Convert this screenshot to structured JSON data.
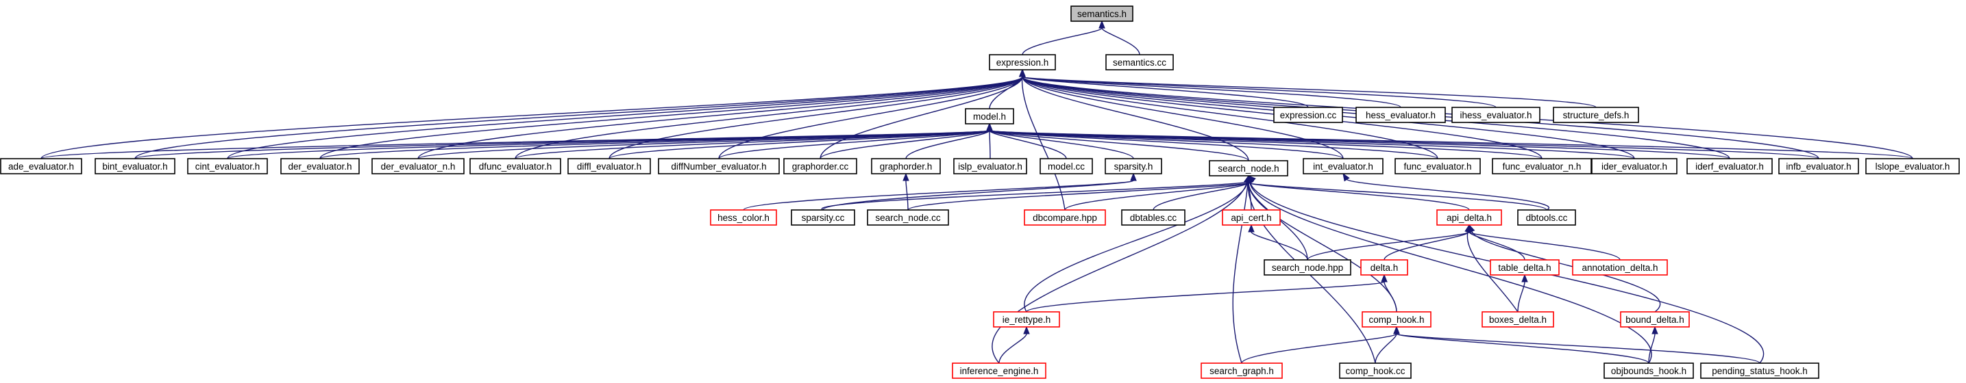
{
  "colors": {
    "edge": "#191970",
    "normal_border": "#000000",
    "truncated_border": "#ff0000",
    "root_fill": "#bfbfbf",
    "text": "#000000"
  },
  "nodes": [
    {
      "id": "semantics_h",
      "label": "semantics.h",
      "kind": "root"
    },
    {
      "id": "expression_h",
      "label": "expression.h",
      "kind": "normal"
    },
    {
      "id": "semantics_cc",
      "label": "semantics.cc",
      "kind": "normal"
    },
    {
      "id": "model_h",
      "label": "model.h",
      "kind": "normal"
    },
    {
      "id": "expression_cc",
      "label": "expression.cc",
      "kind": "normal"
    },
    {
      "id": "hess_evaluator_h",
      "label": "hess_evaluator.h",
      "kind": "normal"
    },
    {
      "id": "ihess_evaluator_h",
      "label": "ihess_evaluator.h",
      "kind": "normal"
    },
    {
      "id": "structure_defs_h",
      "label": "structure_defs.h",
      "kind": "normal"
    },
    {
      "id": "ade_evaluator_h",
      "label": "ade_evaluator.h",
      "kind": "normal"
    },
    {
      "id": "bint_evaluator_h",
      "label": "bint_evaluator.h",
      "kind": "normal"
    },
    {
      "id": "cint_evaluator_h",
      "label": "cint_evaluator.h",
      "kind": "normal"
    },
    {
      "id": "der_evaluator_h",
      "label": "der_evaluator.h",
      "kind": "normal"
    },
    {
      "id": "der_evaluator_n_h",
      "label": "der_evaluator_n.h",
      "kind": "normal"
    },
    {
      "id": "dfunc_evaluator_h",
      "label": "dfunc_evaluator.h",
      "kind": "normal"
    },
    {
      "id": "diffl_evaluator_h",
      "label": "diffl_evaluator.h",
      "kind": "normal"
    },
    {
      "id": "diffNumber_evaluator_h",
      "label": "diffNumber_evaluator.h",
      "kind": "normal"
    },
    {
      "id": "graphorder_cc",
      "label": "graphorder.cc",
      "kind": "normal"
    },
    {
      "id": "graphorder_h",
      "label": "graphorder.h",
      "kind": "normal"
    },
    {
      "id": "islp_evaluator_h",
      "label": "islp_evaluator.h",
      "kind": "normal"
    },
    {
      "id": "model_cc",
      "label": "model.cc",
      "kind": "normal"
    },
    {
      "id": "sparsity_h",
      "label": "sparsity.h",
      "kind": "normal"
    },
    {
      "id": "search_node_h",
      "label": "search_node.h",
      "kind": "normal"
    },
    {
      "id": "int_evaluator_h",
      "label": "int_evaluator.h",
      "kind": "normal"
    },
    {
      "id": "func_evaluator_h",
      "label": "func_evaluator.h",
      "kind": "normal"
    },
    {
      "id": "func_evaluator_n_h",
      "label": "func_evaluator_n.h",
      "kind": "normal"
    },
    {
      "id": "ider_evaluator_h",
      "label": "ider_evaluator.h",
      "kind": "normal"
    },
    {
      "id": "iderf_evaluator_h",
      "label": "iderf_evaluator.h",
      "kind": "normal"
    },
    {
      "id": "infb_evaluator_h",
      "label": "infb_evaluator.h",
      "kind": "normal"
    },
    {
      "id": "lslope_evaluator_h",
      "label": "lslope_evaluator.h",
      "kind": "normal"
    },
    {
      "id": "hess_color_h",
      "label": "hess_color.h",
      "kind": "truncated"
    },
    {
      "id": "sparsity_cc",
      "label": "sparsity.cc",
      "kind": "normal"
    },
    {
      "id": "search_node_cc",
      "label": "search_node.cc",
      "kind": "normal"
    },
    {
      "id": "dbcompare_hpp",
      "label": "dbcompare.hpp",
      "kind": "truncated"
    },
    {
      "id": "dbtables_cc",
      "label": "dbtables.cc",
      "kind": "normal"
    },
    {
      "id": "api_cert_h",
      "label": "api_cert.h",
      "kind": "truncated"
    },
    {
      "id": "api_delta_h",
      "label": "api_delta.h",
      "kind": "truncated"
    },
    {
      "id": "dbtools_cc",
      "label": "dbtools.cc",
      "kind": "normal"
    },
    {
      "id": "search_node_hpp",
      "label": "search_node.hpp",
      "kind": "normal"
    },
    {
      "id": "delta_h",
      "label": "delta.h",
      "kind": "truncated"
    },
    {
      "id": "table_delta_h",
      "label": "table_delta.h",
      "kind": "truncated"
    },
    {
      "id": "annotation_delta_h",
      "label": "annotation_delta.h",
      "kind": "truncated"
    },
    {
      "id": "ie_rettype_h",
      "label": "ie_rettype.h",
      "kind": "truncated"
    },
    {
      "id": "comp_hook_h",
      "label": "comp_hook.h",
      "kind": "truncated"
    },
    {
      "id": "boxes_delta_h",
      "label": "boxes_delta.h",
      "kind": "truncated"
    },
    {
      "id": "bound_delta_h",
      "label": "bound_delta.h",
      "kind": "truncated"
    },
    {
      "id": "inference_engine_h",
      "label": "inference_engine.h",
      "kind": "truncated"
    },
    {
      "id": "search_graph_h",
      "label": "search_graph.h",
      "kind": "truncated"
    },
    {
      "id": "comp_hook_cc",
      "label": "comp_hook.cc",
      "kind": "normal"
    },
    {
      "id": "objbounds_hook_h",
      "label": "objbounds_hook.h",
      "kind": "normal"
    },
    {
      "id": "pending_status_hook_h",
      "label": "pending_status_hook.h",
      "kind": "normal"
    }
  ],
  "edges": [
    [
      "expression_h",
      "semantics_h"
    ],
    [
      "semantics_cc",
      "semantics_h"
    ],
    [
      "model_h",
      "expression_h"
    ],
    [
      "expression_cc",
      "expression_h"
    ],
    [
      "hess_evaluator_h",
      "expression_h"
    ],
    [
      "ihess_evaluator_h",
      "expression_h"
    ],
    [
      "structure_defs_h",
      "expression_h"
    ],
    [
      "ade_evaluator_h",
      "expression_h"
    ],
    [
      "bint_evaluator_h",
      "expression_h"
    ],
    [
      "cint_evaluator_h",
      "expression_h"
    ],
    [
      "der_evaluator_h",
      "expression_h"
    ],
    [
      "der_evaluator_n_h",
      "expression_h"
    ],
    [
      "dfunc_evaluator_h",
      "expression_h"
    ],
    [
      "diffl_evaluator_h",
      "expression_h"
    ],
    [
      "diffNumber_evaluator_h",
      "expression_h"
    ],
    [
      "graphorder_cc",
      "expression_h"
    ],
    [
      "search_node_h",
      "expression_h"
    ],
    [
      "int_evaluator_h",
      "expression_h"
    ],
    [
      "func_evaluator_h",
      "expression_h"
    ],
    [
      "func_evaluator_n_h",
      "expression_h"
    ],
    [
      "ider_evaluator_h",
      "expression_h"
    ],
    [
      "iderf_evaluator_h",
      "expression_h"
    ],
    [
      "infb_evaluator_h",
      "expression_h"
    ],
    [
      "lslope_evaluator_h",
      "expression_h"
    ],
    [
      "dbcompare_hpp",
      "expression_h"
    ],
    [
      "ade_evaluator_h",
      "model_h"
    ],
    [
      "bint_evaluator_h",
      "model_h"
    ],
    [
      "cint_evaluator_h",
      "model_h"
    ],
    [
      "der_evaluator_h",
      "model_h"
    ],
    [
      "der_evaluator_n_h",
      "model_h"
    ],
    [
      "dfunc_evaluator_h",
      "model_h"
    ],
    [
      "diffl_evaluator_h",
      "model_h"
    ],
    [
      "diffNumber_evaluator_h",
      "model_h"
    ],
    [
      "graphorder_cc",
      "model_h"
    ],
    [
      "graphorder_h",
      "model_h"
    ],
    [
      "islp_evaluator_h",
      "model_h"
    ],
    [
      "model_cc",
      "model_h"
    ],
    [
      "sparsity_h",
      "model_h"
    ],
    [
      "search_node_h",
      "model_h"
    ],
    [
      "int_evaluator_h",
      "model_h"
    ],
    [
      "func_evaluator_h",
      "model_h"
    ],
    [
      "func_evaluator_n_h",
      "model_h"
    ],
    [
      "ider_evaluator_h",
      "model_h"
    ],
    [
      "iderf_evaluator_h",
      "model_h"
    ],
    [
      "infb_evaluator_h",
      "model_h"
    ],
    [
      "lslope_evaluator_h",
      "model_h"
    ],
    [
      "search_node_cc",
      "graphorder_h"
    ],
    [
      "hess_color_h",
      "sparsity_h"
    ],
    [
      "sparsity_cc",
      "sparsity_h"
    ],
    [
      "sparsity_cc",
      "search_node_h"
    ],
    [
      "search_node_cc",
      "search_node_h"
    ],
    [
      "dbcompare_hpp",
      "search_node_h"
    ],
    [
      "dbtables_cc",
      "search_node_h"
    ],
    [
      "api_cert_h",
      "search_node_h"
    ],
    [
      "api_delta_h",
      "search_node_h"
    ],
    [
      "dbtools_cc",
      "search_node_h"
    ],
    [
      "search_node_hpp",
      "search_node_h"
    ],
    [
      "ie_rettype_h",
      "search_node_h"
    ],
    [
      "comp_hook_h",
      "search_node_h"
    ],
    [
      "inference_engine_h",
      "search_node_h"
    ],
    [
      "search_graph_h",
      "search_node_h"
    ],
    [
      "comp_hook_cc",
      "search_node_h"
    ],
    [
      "objbounds_hook_h",
      "search_node_h"
    ],
    [
      "pending_status_hook_h",
      "search_node_h"
    ],
    [
      "dbtools_cc",
      "int_evaluator_h"
    ],
    [
      "search_node_hpp",
      "api_cert_h"
    ],
    [
      "search_node_hpp",
      "api_delta_h"
    ],
    [
      "delta_h",
      "api_delta_h"
    ],
    [
      "table_delta_h",
      "api_delta_h"
    ],
    [
      "annotation_delta_h",
      "api_delta_h"
    ],
    [
      "boxes_delta_h",
      "api_delta_h"
    ],
    [
      "bound_delta_h",
      "api_delta_h"
    ],
    [
      "ie_rettype_h",
      "delta_h"
    ],
    [
      "comp_hook_h",
      "delta_h"
    ],
    [
      "boxes_delta_h",
      "table_delta_h"
    ],
    [
      "inference_engine_h",
      "ie_rettype_h"
    ],
    [
      "search_graph_h",
      "comp_hook_h"
    ],
    [
      "comp_hook_cc",
      "comp_hook_h"
    ],
    [
      "objbounds_hook_h",
      "comp_hook_h"
    ],
    [
      "pending_status_hook_h",
      "comp_hook_h"
    ],
    [
      "objbounds_hook_h",
      "bound_delta_h"
    ]
  ]
}
